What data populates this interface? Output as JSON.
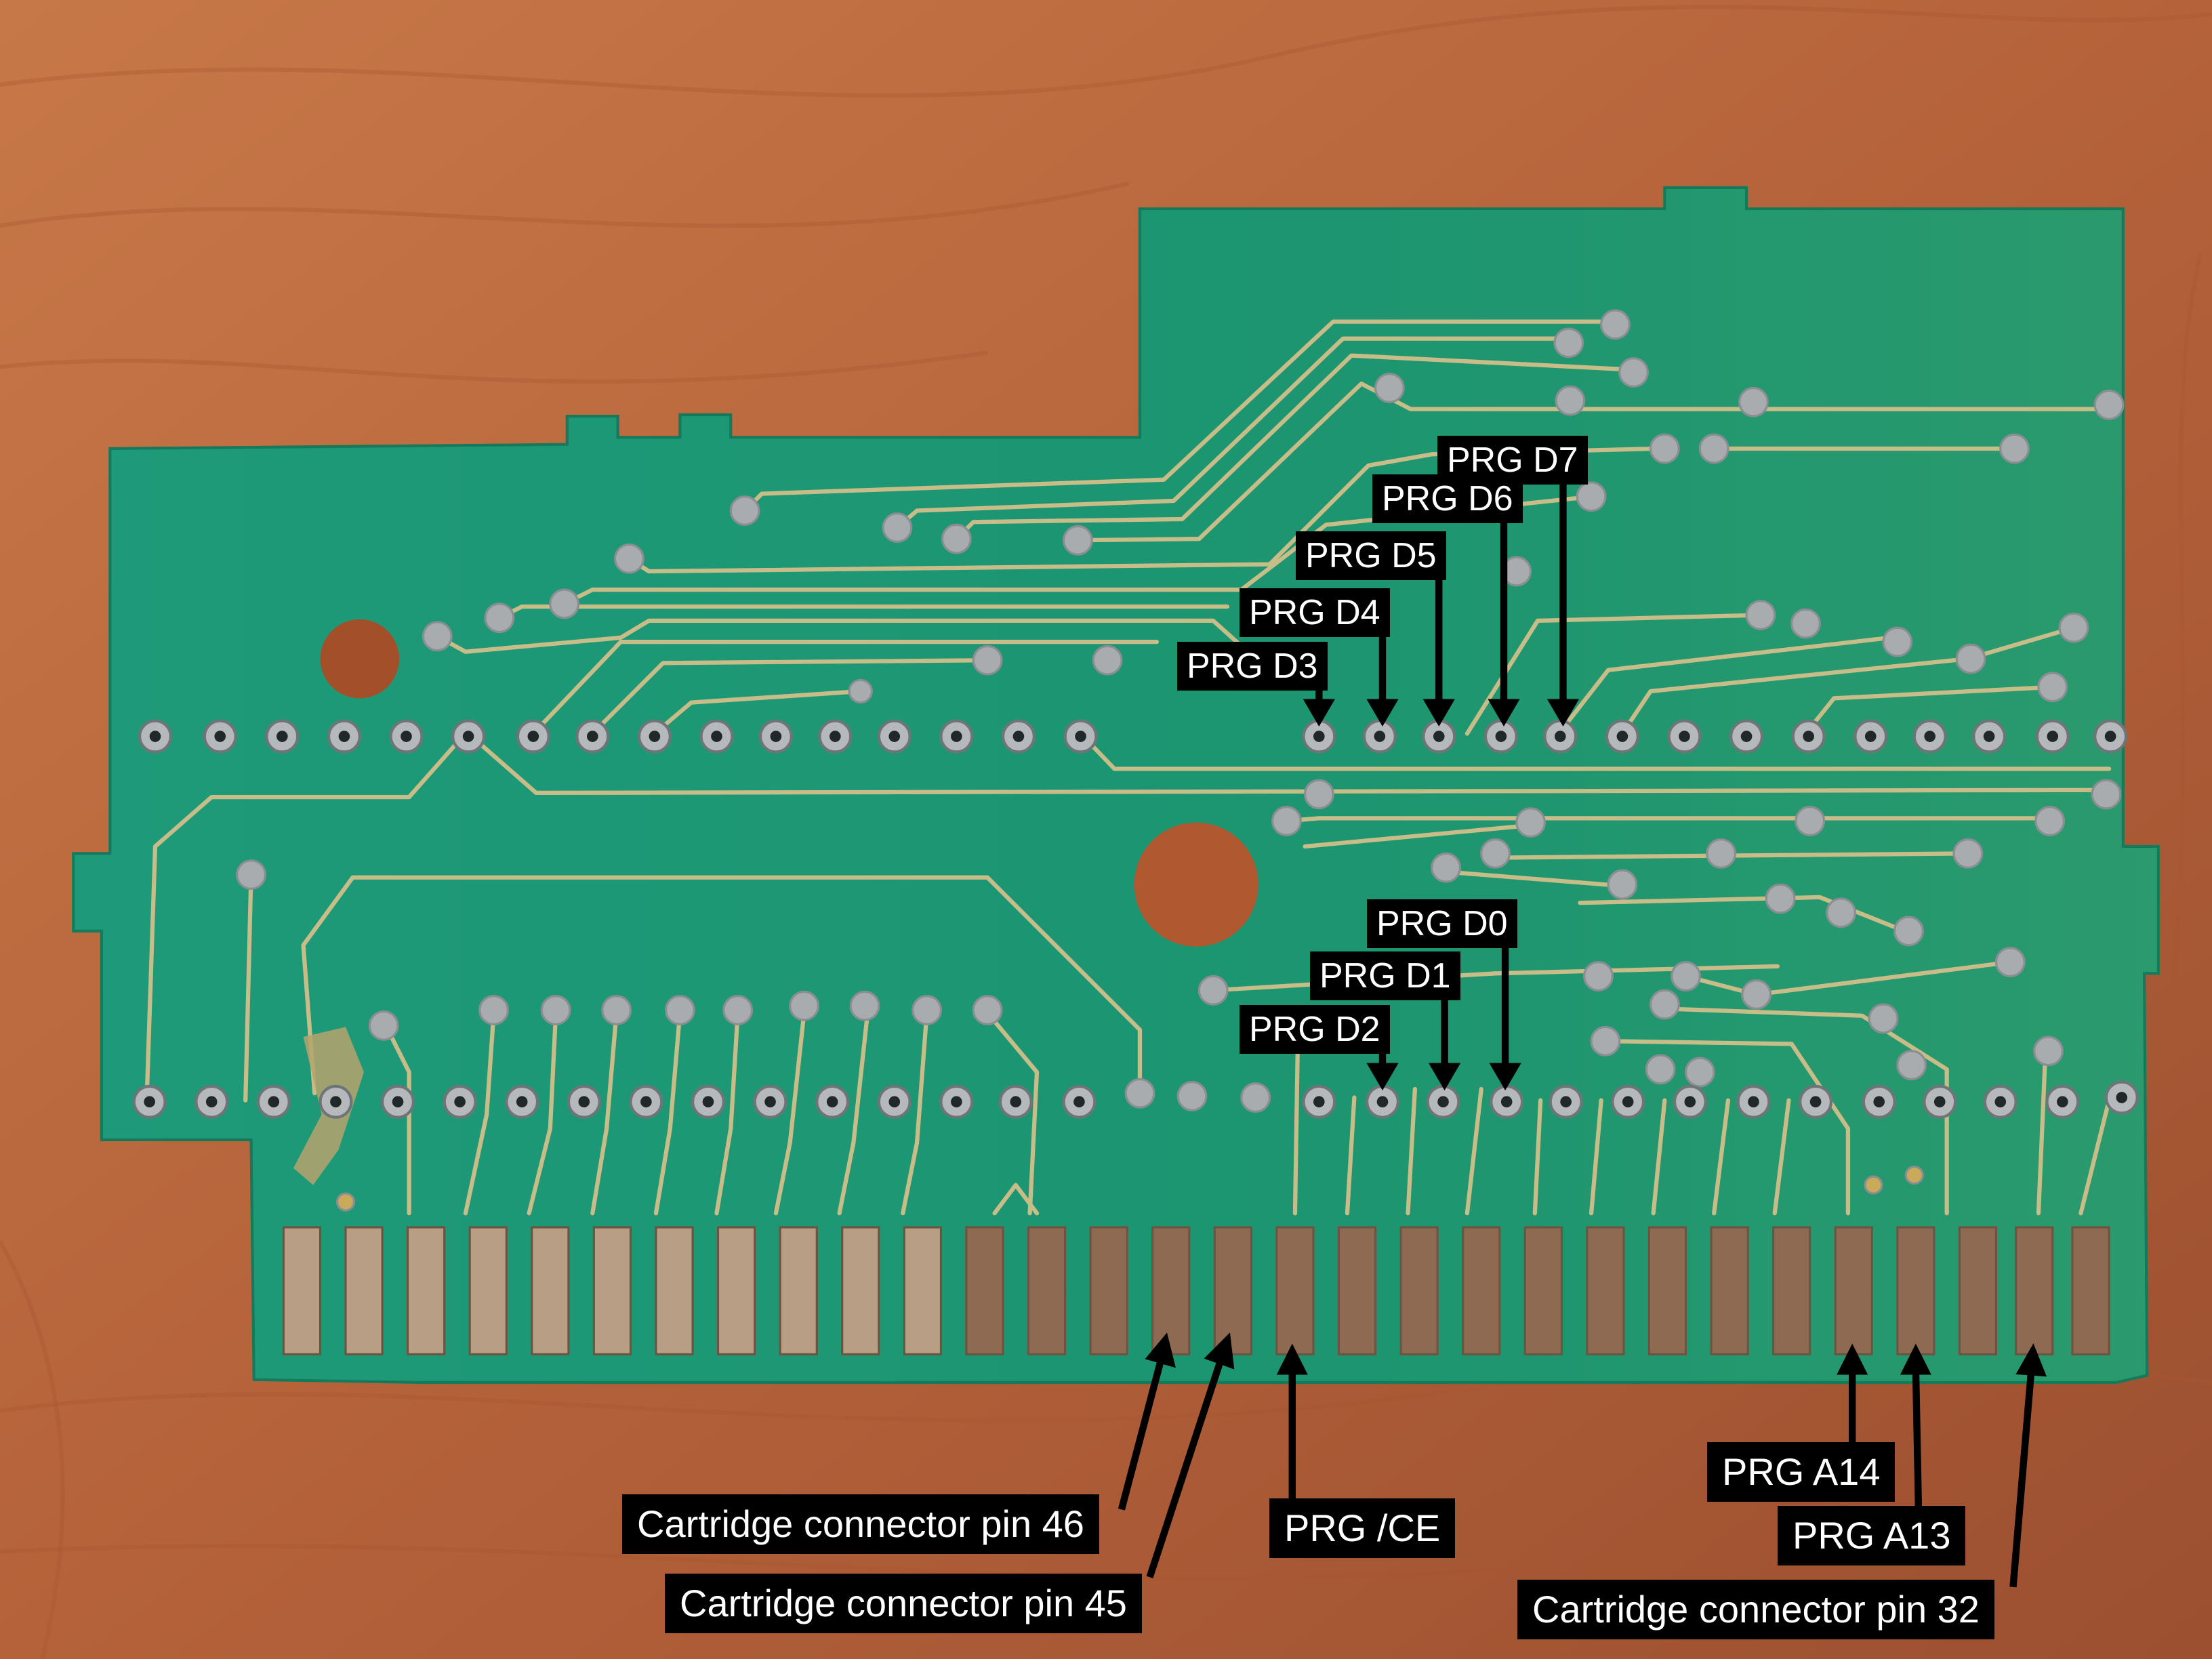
{
  "labels": {
    "d0": "PRG D0",
    "d1": "PRG D1",
    "d2": "PRG D2",
    "d3": "PRG D3",
    "d4": "PRG D4",
    "d5": "PRG D5",
    "d6": "PRG D6",
    "d7": "PRG D7",
    "ce": "PRG /CE",
    "a14": "PRG A14",
    "a13": "PRG A13",
    "pin46": "Cartridge connector pin 46",
    "pin45": "Cartridge connector pin 45",
    "pin32": "Cartridge connector pin 32"
  },
  "colors": {
    "wood": "#b8663a",
    "board": "#1f9a78",
    "trace": "#c2b884",
    "pad": "#a4a7ab",
    "finger": "#8c6a50",
    "label_bg": "#000000",
    "label_text": "#ffffff"
  }
}
